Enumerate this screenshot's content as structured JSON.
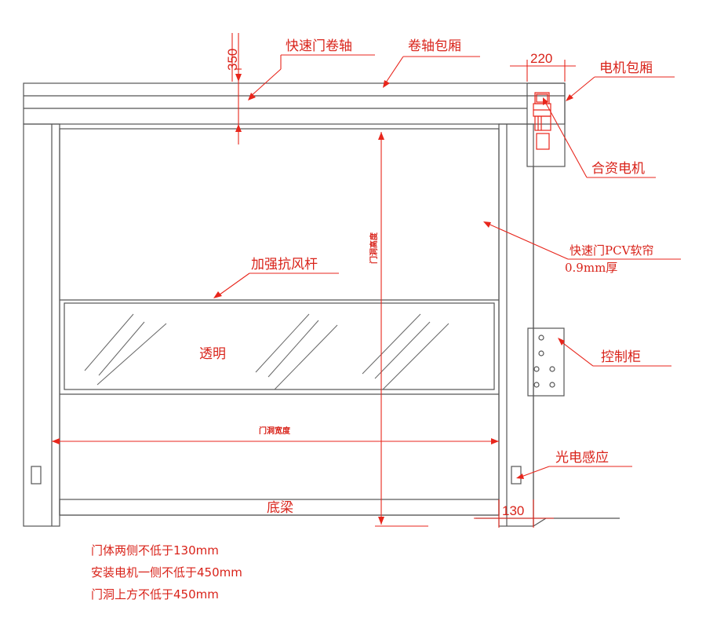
{
  "labels": {
    "roller_shaft": "快速门卷轴",
    "shaft_box": "卷轴包厢",
    "motor_box": "电机包厢",
    "motor": "合资电机",
    "curtain": "快速门PCV软帘",
    "curtain_thickness": "0.9mm厚",
    "wind_bar": "加强抗风杆",
    "transparent": "透明",
    "control_box": "控制柜",
    "photo_sensor": "光电感应",
    "bottom_beam": "底梁",
    "door_height": "门洞高度",
    "door_width": "门洞宽度"
  },
  "dimensions": {
    "top": "350",
    "motor_box_width": "220",
    "side": "130"
  },
  "notes": [
    "门体两侧不低于130mm",
    "安装电机一侧不低于450mm",
    "门洞上方不低于450mm"
  ],
  "colors": {
    "annotation": "#e8261c",
    "outline": "#555555"
  }
}
